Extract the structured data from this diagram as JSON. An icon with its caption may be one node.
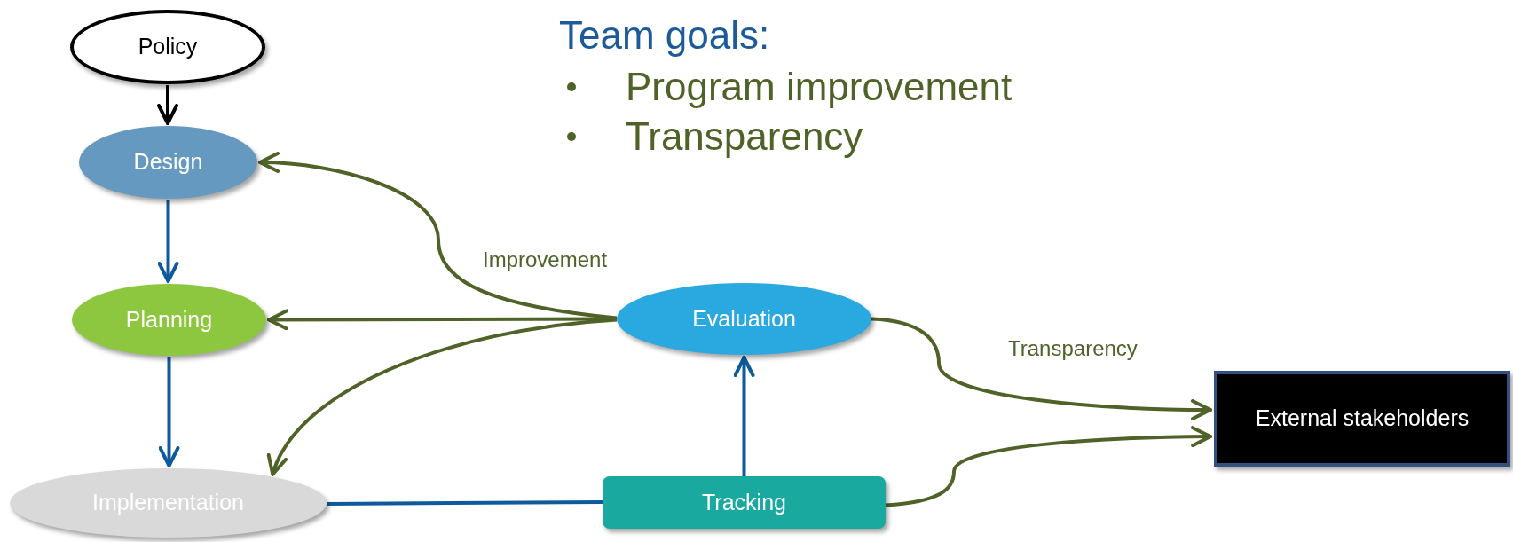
{
  "diagram": {
    "title": "Team goals:",
    "nodes": [
      {
        "text": [
          "Policy"
        ]
      },
      {
        "text": [
          "Design"
        ]
      },
      {
        "text": [
          "Planning"
        ]
      },
      {
        "text": [
          "Implementation"
        ]
      },
      {
        "text": [
          "Evaluation"
        ]
      },
      {
        "text": [
          "Tracking"
        ]
      },
      {
        "text": [
          "External stakeholders"
        ]
      }
    ],
    "edges": [
      {
        "from": 0,
        "to": 1,
        "arrow": "to",
        "color": "#000000"
      },
      {
        "from": 1,
        "to": 2,
        "arrow": "to",
        "color": "#0f5a9c"
      },
      {
        "from": 2,
        "to": 3,
        "arrow": "to",
        "color": "#0f5a9c"
      },
      {
        "from": 4,
        "to": 1,
        "arrow": "to",
        "label": "Improvement"
      },
      {
        "from": 4,
        "to": 2,
        "arrow": "to"
      },
      {
        "from": 4,
        "to": 3,
        "arrow": "to"
      },
      {
        "from": 3,
        "to": 5,
        "arrow": "none",
        "color": "#0f5a9c"
      },
      {
        "from": 5,
        "to": 4,
        "arrow": "to",
        "color": "#0f5a9c"
      },
      {
        "from": 4,
        "to": 6,
        "arrow": "to",
        "label": "Transparency"
      },
      {
        "from": 5,
        "to": 6,
        "arrow": "to"
      }
    ],
    "labels": [
      "Program improvement",
      "Transparency"
    ]
  }
}
